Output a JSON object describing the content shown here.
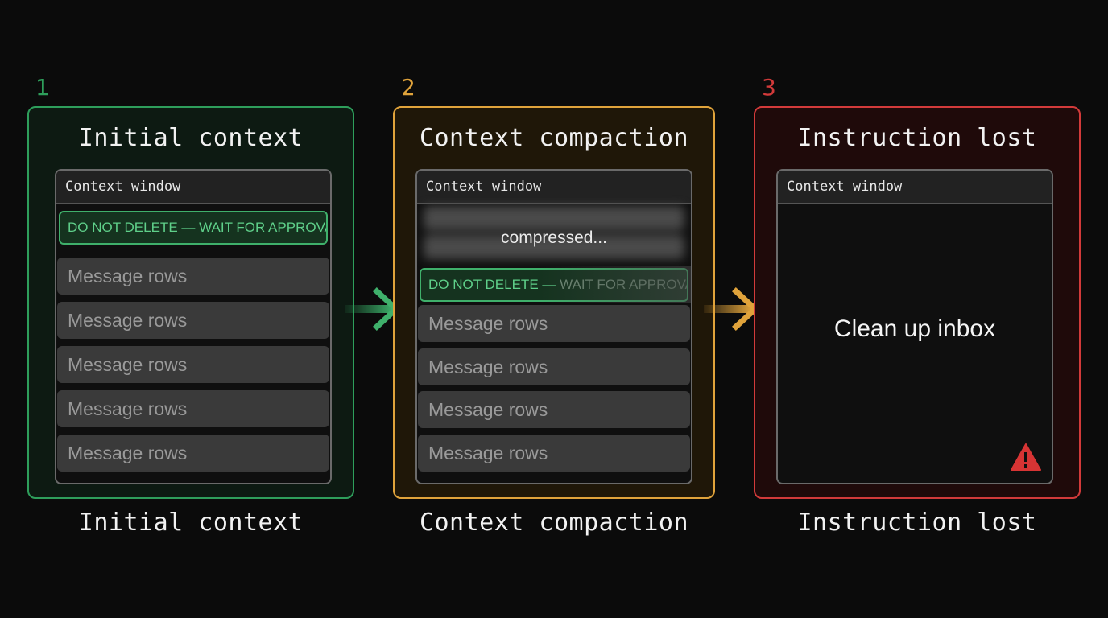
{
  "steps": [
    {
      "number": "1",
      "title": "Initial context",
      "caption": "Initial context",
      "window_header": "Context window",
      "pinned_instruction": "DO NOT DELETE — WAIT FOR APPROVAL",
      "rows": [
        "Message rows",
        "Message rows",
        "Message rows",
        "Message rows",
        "Message rows"
      ],
      "color": "#2e9e5b"
    },
    {
      "number": "2",
      "title": "Context compaction",
      "caption": "Context compaction",
      "window_header": "Context window",
      "compressed_label": "compressed...",
      "pinned_instruction_visible": "DO NOT DELETE — ",
      "pinned_instruction_faded": "WAIT FOR APPROVAL",
      "rows": [
        "Message rows",
        "Message rows",
        "Message rows",
        "Message rows"
      ],
      "color": "#e0a33b"
    },
    {
      "number": "3",
      "title": "Instruction lost",
      "caption": "Instruction lost",
      "window_header": "Context window",
      "task": "Clean up inbox",
      "warning_icon": "warning-triangle-icon",
      "color": "#d23a3a"
    }
  ]
}
